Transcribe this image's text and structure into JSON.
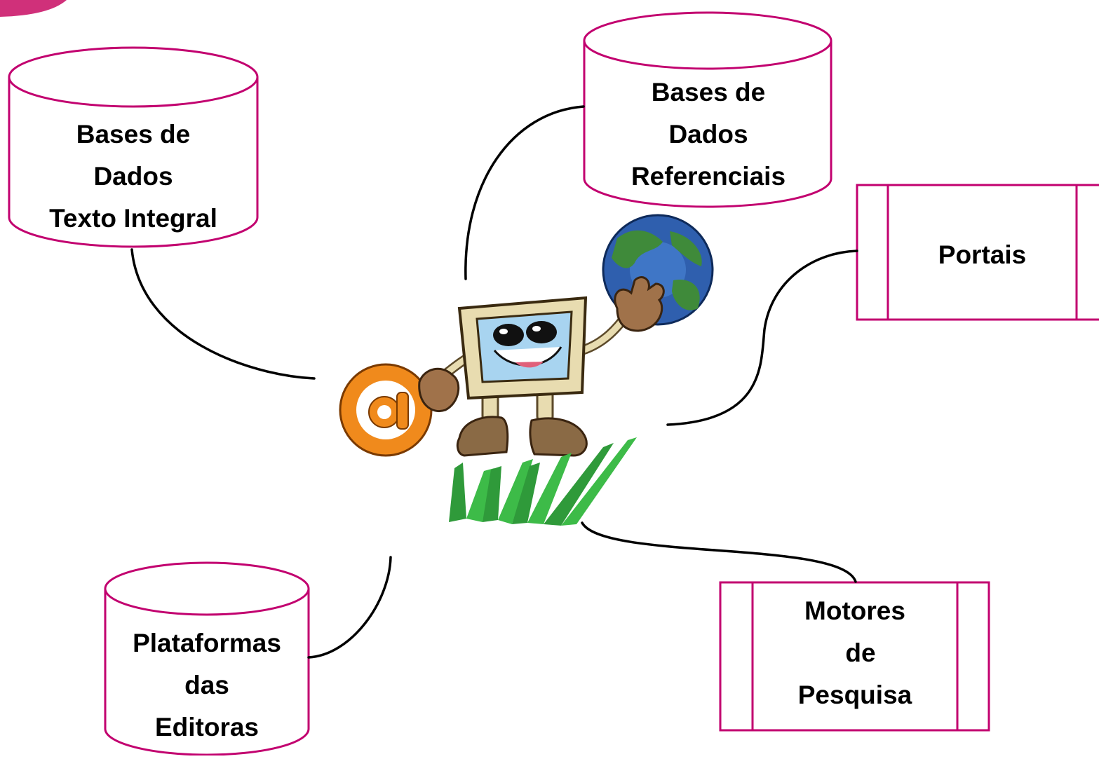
{
  "colors": {
    "shape_stroke": "#c2006f",
    "connector": "#000000",
    "text": "#000000"
  },
  "nodes": {
    "full_text_db": {
      "line1": "Bases de",
      "line2": "Dados",
      "line3": "Texto Integral",
      "shape": "cylinder"
    },
    "reference_db": {
      "line1": "Bases de",
      "line2": "Dados",
      "line3": "Referenciais",
      "shape": "cylinder"
    },
    "portals": {
      "line1": "Portais",
      "shape": "predefined-process"
    },
    "publisher_platforms": {
      "line1": "Plataformas",
      "line2": "das",
      "line3": "Editoras",
      "shape": "cylinder"
    },
    "search_engines": {
      "line1": "Motores",
      "line2": "de",
      "line3": "Pesquisa",
      "shape": "predefined-process"
    }
  },
  "center_illustration": {
    "icon": "computer-mascot-icon",
    "globe_icon": "globe-icon",
    "at_icon": "at-sign-icon",
    "www_icon": "www-grass-icon"
  }
}
